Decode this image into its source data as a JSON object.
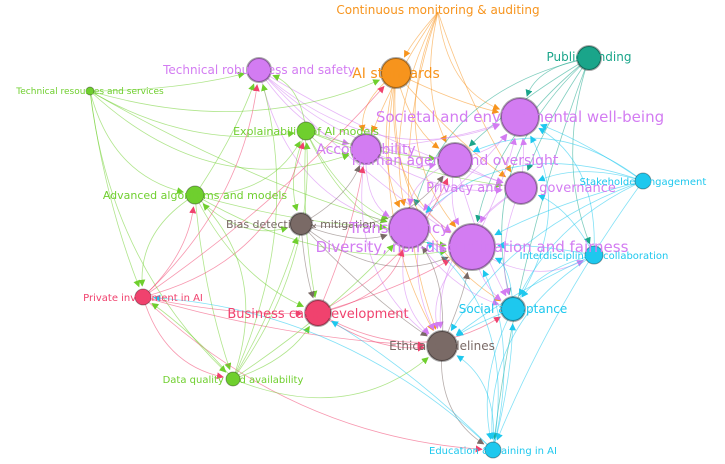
{
  "colors": {
    "purple": "#d37cf2",
    "orange": "#f7941d",
    "teal": "#1aa58a",
    "green": "#6fcf2e",
    "brown": "#7a6a66",
    "pink": "#f0426e",
    "cyan": "#1ec8ee"
  },
  "nodes": [
    {
      "id": "n1",
      "label": "Continuous monitoring & auditing",
      "color": "orange",
      "r": 0,
      "tsize": 12
    },
    {
      "id": "n2",
      "label": "Public funding",
      "color": "teal",
      "r": 12,
      "tsize": 12
    },
    {
      "id": "n3",
      "label": "Technical robustness and safety",
      "color": "purple",
      "r": 12,
      "tsize": 12
    },
    {
      "id": "n4",
      "label": "AI standards",
      "color": "orange",
      "r": 15,
      "tsize": 14
    },
    {
      "id": "n5",
      "label": "Technical resources and services",
      "color": "green",
      "r": 4,
      "tsize": 9
    },
    {
      "id": "n6",
      "label": "Societal and environmental well-being",
      "color": "purple",
      "r": 19,
      "tsize": 15
    },
    {
      "id": "n7",
      "label": "Explainability of AI models",
      "color": "green",
      "r": 9,
      "tsize": 11
    },
    {
      "id": "n8",
      "label": "Accountability",
      "color": "purple",
      "r": 15,
      "tsize": 14
    },
    {
      "id": "n9",
      "label": "Human agency and oversight",
      "color": "purple",
      "r": 17,
      "tsize": 14
    },
    {
      "id": "n10",
      "label": "Privacy and data governance",
      "color": "purple",
      "r": 16,
      "tsize": 13
    },
    {
      "id": "n11",
      "label": "Stakeholder engagement",
      "color": "cyan",
      "r": 8,
      "tsize": 10
    },
    {
      "id": "n12",
      "label": "Advanced algorithms and models",
      "color": "green",
      "r": 9,
      "tsize": 11
    },
    {
      "id": "n13",
      "label": "Bias detection & mitigation",
      "color": "brown",
      "r": 11,
      "tsize": 11
    },
    {
      "id": "n14",
      "label": "Transparency",
      "color": "purple",
      "r": 20,
      "tsize": 15
    },
    {
      "id": "n15",
      "label": "Diversity, non-discrimination and fairness",
      "color": "purple",
      "r": 23,
      "tsize": 15
    },
    {
      "id": "n16",
      "label": "Interdisciplinary collaboration",
      "color": "cyan",
      "r": 9,
      "tsize": 10
    },
    {
      "id": "n17",
      "label": "Private investment in AI",
      "color": "pink",
      "r": 8,
      "tsize": 10
    },
    {
      "id": "n18",
      "label": "Business case development",
      "color": "pink",
      "r": 13,
      "tsize": 13
    },
    {
      "id": "n19",
      "label": "Social acceptance",
      "color": "cyan",
      "r": 12,
      "tsize": 12
    },
    {
      "id": "n20",
      "label": "Ethical guidelines",
      "color": "brown",
      "r": 15,
      "tsize": 12
    },
    {
      "id": "n21",
      "label": "Data quality and availability",
      "color": "green",
      "r": 7,
      "tsize": 10
    },
    {
      "id": "n22",
      "label": "Education & training in AI",
      "color": "cyan",
      "r": 8,
      "tsize": 10
    }
  ],
  "edges": [
    [
      "n1",
      "n4"
    ],
    [
      "n1",
      "n9"
    ],
    [
      "n1",
      "n6"
    ],
    [
      "n1",
      "n8"
    ],
    [
      "n1",
      "n14"
    ],
    [
      "n1",
      "n15"
    ],
    [
      "n1",
      "n10"
    ],
    [
      "n1",
      "n20"
    ],
    [
      "n2",
      "n6"
    ],
    [
      "n2",
      "n9"
    ],
    [
      "n2",
      "n15"
    ],
    [
      "n2",
      "n14"
    ],
    [
      "n2",
      "n10"
    ],
    [
      "n2",
      "n16"
    ],
    [
      "n2",
      "n19"
    ],
    [
      "n2",
      "n22"
    ],
    [
      "n3",
      "n9"
    ],
    [
      "n3",
      "n14"
    ],
    [
      "n3",
      "n15"
    ],
    [
      "n3",
      "n8"
    ],
    [
      "n3",
      "n6"
    ],
    [
      "n3",
      "n10"
    ],
    [
      "n4",
      "n9"
    ],
    [
      "n4",
      "n8"
    ],
    [
      "n4",
      "n6"
    ],
    [
      "n4",
      "n14"
    ],
    [
      "n4",
      "n15"
    ],
    [
      "n4",
      "n10"
    ],
    [
      "n4",
      "n20"
    ],
    [
      "n4",
      "n19"
    ],
    [
      "n5",
      "n3"
    ],
    [
      "n5",
      "n7"
    ],
    [
      "n5",
      "n12"
    ],
    [
      "n5",
      "n17"
    ],
    [
      "n5",
      "n21"
    ],
    [
      "n5",
      "n8"
    ],
    [
      "n5",
      "n14"
    ],
    [
      "n5",
      "n4"
    ],
    [
      "n7",
      "n8"
    ],
    [
      "n7",
      "n9"
    ],
    [
      "n7",
      "n14"
    ],
    [
      "n7",
      "n15"
    ],
    [
      "n7",
      "n10"
    ],
    [
      "n7",
      "n13"
    ],
    [
      "n7",
      "n3"
    ],
    [
      "n7",
      "n18"
    ],
    [
      "n8",
      "n9"
    ],
    [
      "n8",
      "n14"
    ],
    [
      "n8",
      "n15"
    ],
    [
      "n8",
      "n10"
    ],
    [
      "n8",
      "n20"
    ],
    [
      "n8",
      "n6"
    ],
    [
      "n9",
      "n15"
    ],
    [
      "n9",
      "n14"
    ],
    [
      "n9",
      "n10"
    ],
    [
      "n9",
      "n6"
    ],
    [
      "n9",
      "n20"
    ],
    [
      "n9",
      "n19"
    ],
    [
      "n10",
      "n15"
    ],
    [
      "n10",
      "n14"
    ],
    [
      "n10",
      "n6"
    ],
    [
      "n10",
      "n19"
    ],
    [
      "n10",
      "n20"
    ],
    [
      "n11",
      "n15"
    ],
    [
      "n11",
      "n10"
    ],
    [
      "n11",
      "n9"
    ],
    [
      "n11",
      "n6"
    ],
    [
      "n11",
      "n19"
    ],
    [
      "n11",
      "n14"
    ],
    [
      "n11",
      "n22"
    ],
    [
      "n11",
      "n20"
    ],
    [
      "n12",
      "n13"
    ],
    [
      "n12",
      "n14"
    ],
    [
      "n12",
      "n15"
    ],
    [
      "n12",
      "n7"
    ],
    [
      "n12",
      "n3"
    ],
    [
      "n12",
      "n18"
    ],
    [
      "n12",
      "n17"
    ],
    [
      "n12",
      "n21"
    ],
    [
      "n13",
      "n14"
    ],
    [
      "n13",
      "n15"
    ],
    [
      "n13",
      "n20"
    ],
    [
      "n13",
      "n8"
    ],
    [
      "n13",
      "n9"
    ],
    [
      "n13",
      "n18"
    ],
    [
      "n14",
      "n15"
    ],
    [
      "n14",
      "n20"
    ],
    [
      "n14",
      "n6"
    ],
    [
      "n14",
      "n19"
    ],
    [
      "n15",
      "n20"
    ],
    [
      "n15",
      "n6"
    ],
    [
      "n15",
      "n19"
    ],
    [
      "n15",
      "n16"
    ],
    [
      "n16",
      "n15"
    ],
    [
      "n16",
      "n19"
    ],
    [
      "n16",
      "n22"
    ],
    [
      "n16",
      "n20"
    ],
    [
      "n16",
      "n10"
    ],
    [
      "n16",
      "n6"
    ],
    [
      "n17",
      "n18"
    ],
    [
      "n17",
      "n12"
    ],
    [
      "n17",
      "n7"
    ],
    [
      "n17",
      "n4"
    ],
    [
      "n17",
      "n3"
    ],
    [
      "n17",
      "n21"
    ],
    [
      "n17",
      "n20"
    ],
    [
      "n17",
      "n22"
    ],
    [
      "n18",
      "n14"
    ],
    [
      "n18",
      "n15"
    ],
    [
      "n18",
      "n20"
    ],
    [
      "n18",
      "n19"
    ],
    [
      "n18",
      "n8"
    ],
    [
      "n18",
      "n9"
    ],
    [
      "n19",
      "n15"
    ],
    [
      "n19",
      "n20"
    ],
    [
      "n19",
      "n22"
    ],
    [
      "n19",
      "n6"
    ],
    [
      "n20",
      "n15"
    ],
    [
      "n20",
      "n14"
    ],
    [
      "n20",
      "n22"
    ],
    [
      "n21",
      "n13"
    ],
    [
      "n21",
      "n7"
    ],
    [
      "n21",
      "n12"
    ],
    [
      "n21",
      "n14"
    ],
    [
      "n21",
      "n18"
    ],
    [
      "n21",
      "n20"
    ],
    [
      "n21",
      "n17"
    ],
    [
      "n21",
      "n3"
    ],
    [
      "n22",
      "n20"
    ],
    [
      "n22",
      "n19"
    ],
    [
      "n22",
      "n15"
    ],
    [
      "n22",
      "n14"
    ],
    [
      "n22",
      "n18"
    ],
    [
      "n22",
      "n17"
    ]
  ]
}
